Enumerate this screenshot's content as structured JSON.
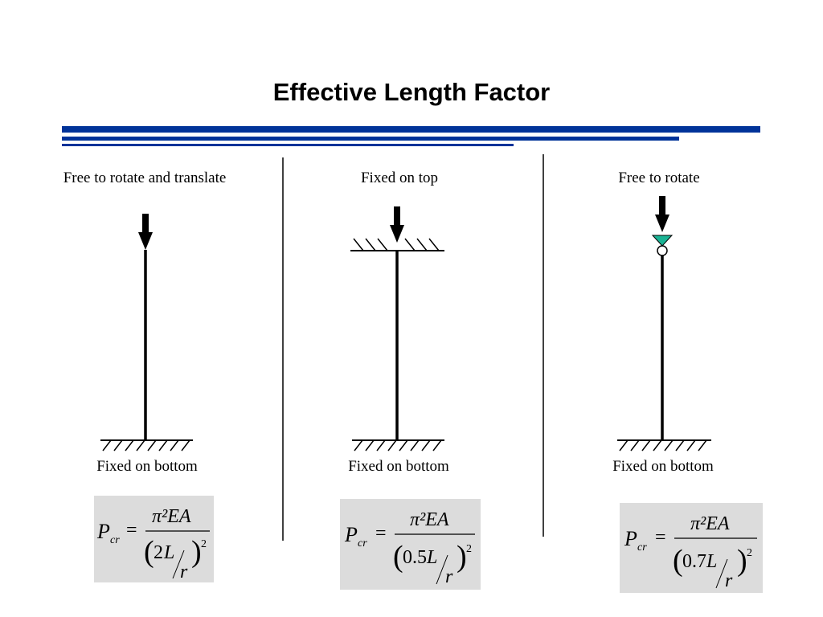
{
  "slide": {
    "title": "Effective Length Factor",
    "accent_color": "#003399",
    "formula_box_color": "#dcdcdc",
    "hinge_color": "#1ab394"
  },
  "columns": [
    {
      "top_label": "Free to rotate and translate",
      "bottom_label": "Fixed on bottom",
      "formula": {
        "lhs": "P",
        "sub": "cr",
        "num": "π²EA",
        "factor": "2",
        "L": "L",
        "r": "r",
        "exp": "2"
      }
    },
    {
      "top_label": "Fixed on top",
      "bottom_label": "Fixed on bottom",
      "formula": {
        "lhs": "P",
        "sub": "cr",
        "num": "π²EA",
        "factor": "0.5",
        "L": "L",
        "r": "r",
        "exp": "2"
      }
    },
    {
      "top_label": "Free to rotate",
      "bottom_label": "Fixed on bottom",
      "formula": {
        "lhs": "P",
        "sub": "cr",
        "num": "π²EA",
        "factor": "0.7",
        "L": "L",
        "r": "r",
        "exp": "2"
      }
    }
  ]
}
